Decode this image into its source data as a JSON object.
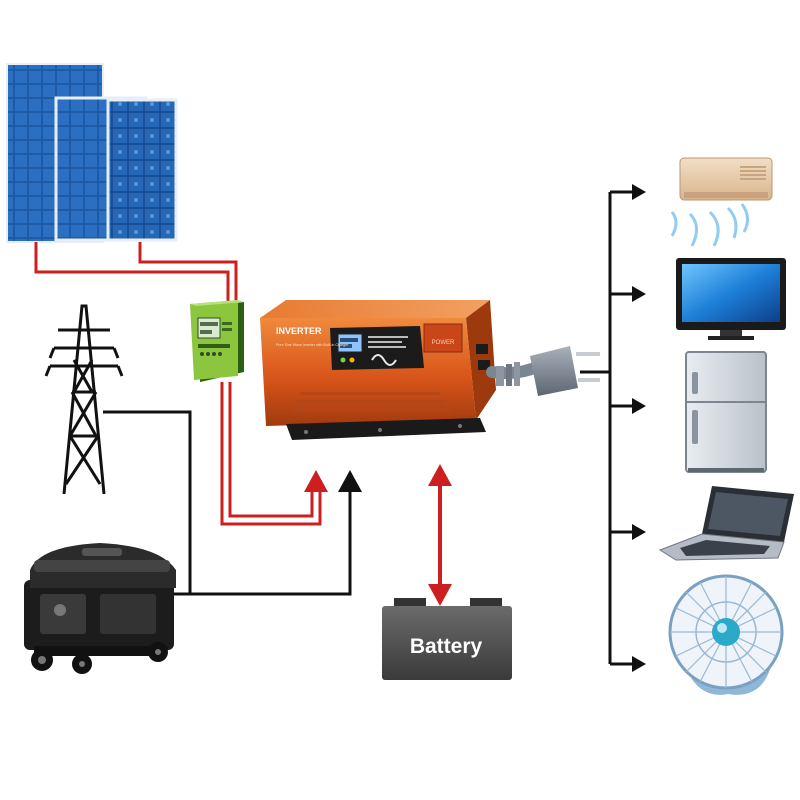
{
  "inverter": {
    "title": "INVERTER",
    "subtitle": "Pure Sine Wave Inverter with Built-in Charger",
    "brand": "POWER"
  },
  "battery": {
    "label": "Battery"
  },
  "loads": [
    "air-conditioner",
    "television",
    "refrigerator",
    "laptop",
    "fan"
  ],
  "sources": [
    "solar-panels",
    "grid-tower",
    "generator"
  ],
  "colors": {
    "ac_line": "#cc1f1f",
    "dc_line": "#111111",
    "panel_blue": "#1f5aa6",
    "inverter_orange": "#e0661c",
    "controller_green": "#8cc63f"
  }
}
